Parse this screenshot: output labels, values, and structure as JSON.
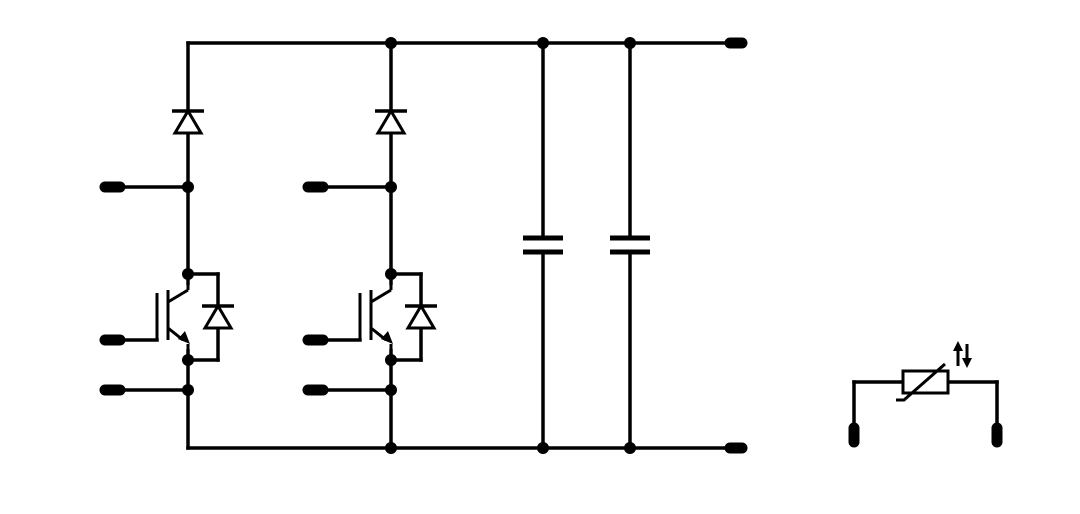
{
  "diagram": {
    "kind": "circuit-schematic",
    "background": "#ffffff",
    "ink": "#000000",
    "components": {
      "igbt_legs": 2,
      "freewheel_diodes": 2,
      "series_diodes": 2,
      "dc_link_capacitors": 2,
      "ntc_thermistor": 1
    },
    "terminals": {
      "dc_rails": 2,
      "leg_terminals_per_leg": 3,
      "thermistor_terminals": 2
    }
  }
}
